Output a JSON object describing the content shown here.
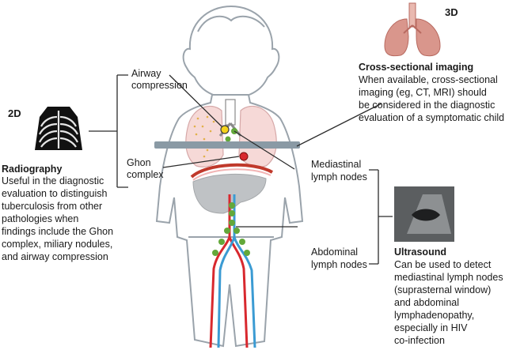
{
  "radiography": {
    "tag": "2D",
    "title": "Radiography",
    "lines": [
      "Useful in the diagnostic",
      "evaluation to distinguish",
      "tuberculosis from other",
      "pathologies when",
      "findings include the Ghon",
      "complex, miliary nodules,",
      "and airway compression"
    ]
  },
  "cross_sectional": {
    "tag": "3D",
    "title": "Cross-sectional imaging",
    "lines": [
      "When available, cross-sectional",
      "imaging (eg, CT, MRI) should",
      "be considered in the diagnostic",
      "evaluation of a symptomatic child"
    ]
  },
  "ultrasound": {
    "title": "Ultrasound",
    "lines": [
      "Can be used to detect",
      "mediastinal lymph nodes",
      "(suprasternal window)",
      "and abdominal",
      "lymphadenopathy,",
      "especially in HIV",
      "co-infection"
    ]
  },
  "labels": {
    "airway": [
      "Airway",
      "compression"
    ],
    "ghon": [
      "Ghon",
      "complex"
    ],
    "mediastinal": [
      "Mediastinal",
      "lymph nodes"
    ],
    "abdominal": [
      "Abdominal",
      "lymph nodes"
    ]
  },
  "colors": {
    "body_outline": "#9aa3ab",
    "lung_fill": "#f6d9d7",
    "liver_fill": "#bfc2c5",
    "node_green": "#63a83a",
    "artery_red": "#d8282e",
    "vein_blue": "#3b9bd3",
    "scan_bar": "#8a9aa5"
  }
}
